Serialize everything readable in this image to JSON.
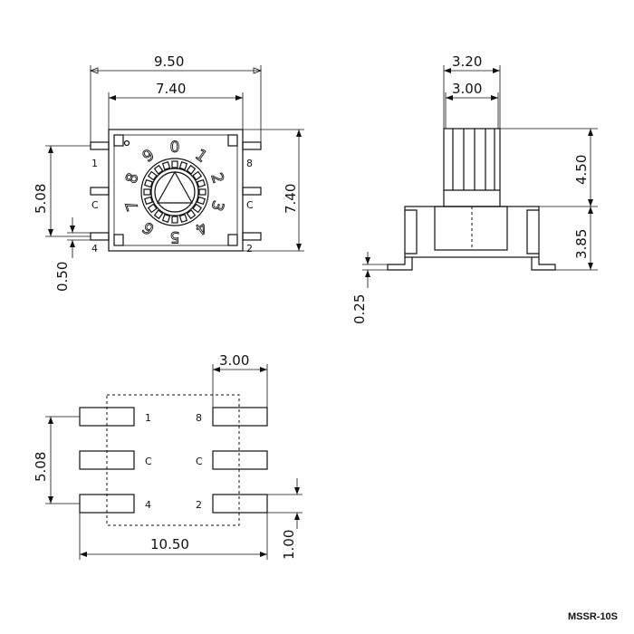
{
  "model": "MSSR-10S",
  "top_view": {
    "dims": {
      "outer_width": "9.50",
      "body_width": "7.40",
      "height": "7.40",
      "pin_pitch": "5.08",
      "pin_thickness": "0.50"
    },
    "pins": {
      "top_left": "1",
      "mid_left": "C",
      "bottom_left": "4",
      "top_right": "8",
      "mid_right": "C",
      "bottom_right": "2"
    },
    "dial_numbers": [
      "0",
      "1",
      "2",
      "3",
      "4",
      "5",
      "6",
      "7",
      "8",
      "9"
    ]
  },
  "side_view": {
    "dims": {
      "shaft_outer": "3.20",
      "shaft_inner": "3.00",
      "shaft_height": "4.50",
      "body_height": "3.85",
      "lead_thickness": "0.25"
    }
  },
  "footprint": {
    "dims": {
      "pad_width": "3.00",
      "pitch": "5.08",
      "span": "10.50",
      "pad_height": "1.00"
    },
    "pins": {
      "top_left": "1",
      "mid_left": "C",
      "bottom_left": "4",
      "top_right": "8",
      "mid_right": "C",
      "bottom_right": "2"
    }
  }
}
